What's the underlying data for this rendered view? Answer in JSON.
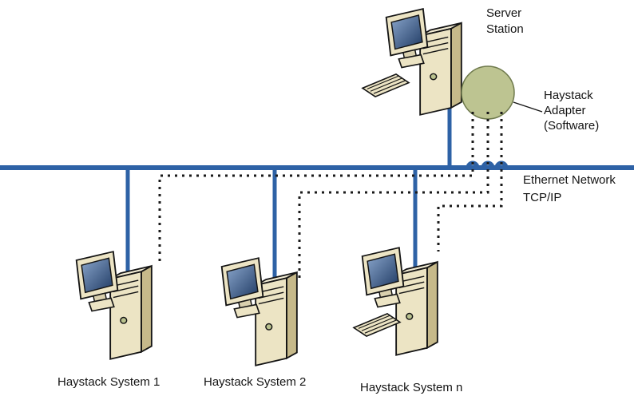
{
  "labels": {
    "server_station": {
      "lines": [
        "Server",
        "Station"
      ]
    },
    "adapter": {
      "lines": [
        "Haystack",
        "Adapter",
        "(Software)"
      ]
    },
    "network": {
      "lines": [
        "Ethernet Network",
        "TCP/IP"
      ]
    },
    "systems": [
      "Haystack System 1",
      "Haystack System 2",
      "Haystack System n"
    ]
  },
  "colors": {
    "ethernet_line": "#2E62A6",
    "adapter_fill": "#BDC491",
    "adapter_stroke": "#6F7A4D",
    "dotted_line": "#1A1A1A"
  },
  "icons": {
    "server_computer": "desktop-computer-icon",
    "system_computer": "desktop-computer-icon",
    "keyboard": "keyboard-icon",
    "adapter": "adapter-circle"
  }
}
